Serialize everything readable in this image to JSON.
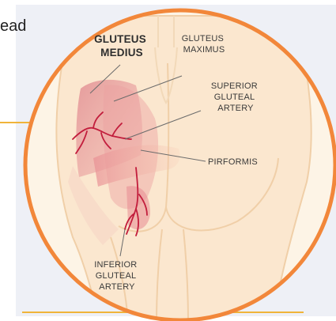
{
  "cut_text": "ead",
  "labels": {
    "gluteus_medius": [
      "GLUTEUS",
      "MEDIUS"
    ],
    "gluteus_maximus": [
      "GLUTEUS",
      "MAXIMUS"
    ],
    "superior_gluteal_artery": [
      "SUPERIOR",
      "GLUTEAL",
      "ARTERY"
    ],
    "piriformis": "PIRFORMIS",
    "inferior_gluteal_artery": [
      "INFERIOR",
      "GLUTEAL",
      "ARTERY"
    ]
  },
  "colors": {
    "circle_border": "#f2873a",
    "skin": "#fbe7cf",
    "skin_outline": "#f0cfa8",
    "muscle": "#e8a0a2",
    "artery": "#c21d3c",
    "leader": "#6b6b6b",
    "guide": "#f0b43a",
    "panel": "#eef0f6"
  }
}
